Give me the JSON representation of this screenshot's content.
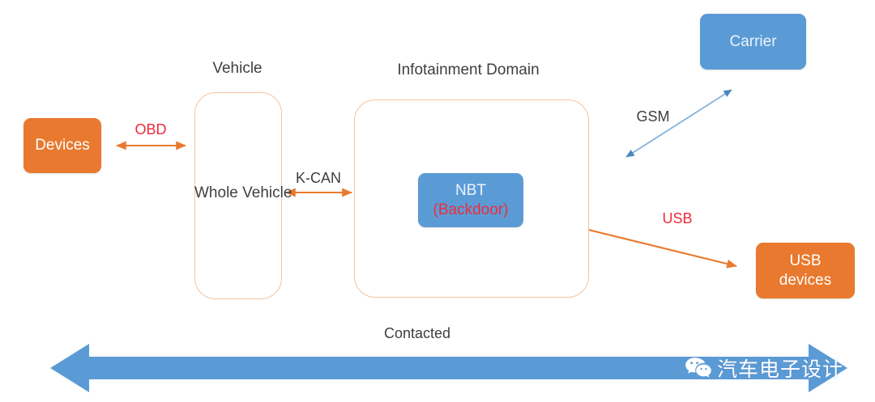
{
  "diagram": {
    "title_groups": [
      {
        "id": "vehicle",
        "label": "Vehicle"
      },
      {
        "id": "infotainment",
        "label": "Infotainment Domain"
      }
    ],
    "nodes": [
      {
        "id": "devices",
        "label": "Devices",
        "color": "#e8792e",
        "kind": "orange"
      },
      {
        "id": "whole-vehicle",
        "line1": "Whole",
        "line2": "Vehicle",
        "color": "#ffffff",
        "kind": "outline"
      },
      {
        "id": "nbt",
        "line1": "NBT",
        "line2": "(Backdoor)",
        "color": "#5b9bd5",
        "kind": "blue"
      },
      {
        "id": "carrier",
        "label": "Carrier",
        "color": "#5b9bd5",
        "kind": "blue"
      },
      {
        "id": "usb-devices",
        "line1": "USB",
        "line2": "devices",
        "color": "#e8792e",
        "kind": "orange"
      }
    ],
    "edges": [
      {
        "id": "obd",
        "label": "OBD",
        "color": "#e8792e",
        "label_color": "#ee2b3b",
        "bidirectional": true
      },
      {
        "id": "kcan",
        "label": "K-CAN",
        "color": "#e8792e",
        "label_color": "#3f3f3f",
        "bidirectional": true
      },
      {
        "id": "gsm",
        "label": "GSM",
        "color": "#7fb0dd",
        "label_color": "#3f3f3f",
        "bidirectional": true
      },
      {
        "id": "usb",
        "label": "USB",
        "color": "#e8792e",
        "label_color": "#ee2b3b",
        "bidirectional": true
      }
    ],
    "bottom_arrow": {
      "label": "Contacted",
      "color": "#5b9bd5",
      "bidirectional": true
    },
    "watermark": {
      "text": "汽车电子设计",
      "icon": "wechat-icon",
      "color": "#ffffff"
    },
    "colors": {
      "orange": "#e8792e",
      "blue": "#5b9bd5",
      "light_blue": "#7fb0dd",
      "red": "#ee2b3b",
      "group_border": "#f2c3a0",
      "text_dark": "#3f3f3f",
      "background": "#ffffff"
    }
  }
}
